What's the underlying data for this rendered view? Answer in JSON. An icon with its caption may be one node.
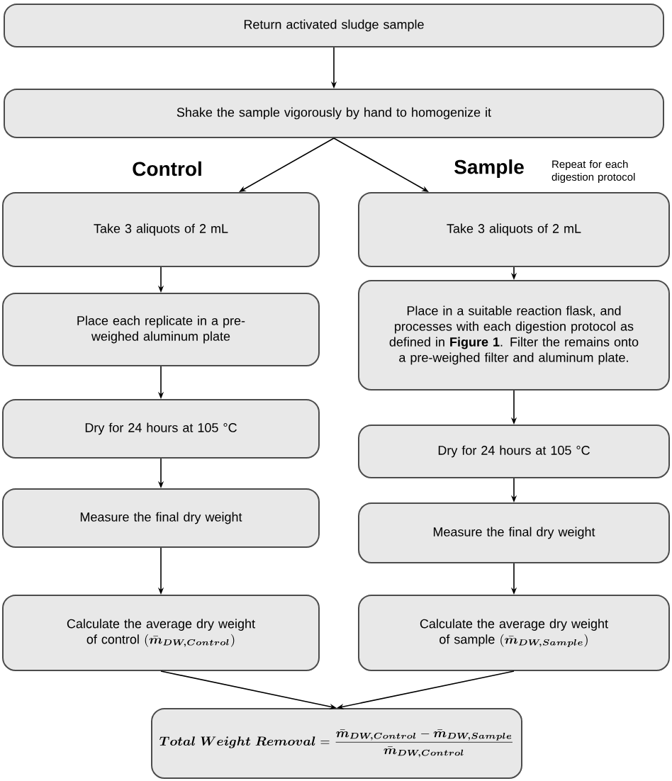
{
  "diagram": {
    "nodes": [
      {
        "text": [
          "Return activated sludge sample"
        ]
      },
      {
        "text": [
          "Shake the sample vigorously by hand to homogenize it"
        ]
      },
      {
        "text": [
          "Control",
          "Take 3 aliquots of 2 mL"
        ]
      },
      {
        "text": [
          "Sample",
          "Take 3 aliquots of 2 mL"
        ],
        "beside": [
          "Repeat for each digestion protocol"
        ]
      },
      {
        "text": [
          "Place each replicate in a pre-weighed aluminum plate"
        ]
      },
      {
        "text": [
          "Place in a suitable reaction flask, and processes with each digestion protocol as defined in **Figure 1**. Filter the remains onto a pre-weighed filter and aluminum plate."
        ]
      },
      {
        "text": [
          "Dry for 24 hours at 105 °C"
        ]
      },
      {
        "text": [
          "Dry for 24 hours at 105 °C"
        ]
      },
      {
        "text": [
          "Measure the final dry weight"
        ]
      },
      {
        "text": [
          "Measure the final dry weight"
        ]
      },
      {
        "text": [
          "Calculate the average dry weight of control",
          "(\\bar{\\boldsymbol{m}}_{\\boldsymbol{DW,Control}})"
        ]
      },
      {
        "text": [
          "Calculate the average dry weight of sample",
          "(\\bar{\\boldsymbol{m}}_{\\boldsymbol{DW,Sample}})"
        ]
      },
      {
        "text": [
          "\\boldsymbol{Total\\ Weight\\ Removal}=\\frac{\\bar{\\boldsymbol{m}}_{\\boldsymbol{DW,Control}}-\\bar{\\boldsymbol{m}}_{\\boldsymbol{DW,Sample}}}{\\bar{\\boldsymbol{m}}_{\\boldsymbol{DW,Control}}}"
        ]
      }
    ],
    "edges": [
      {
        "from": 0,
        "to": 1,
        "arrow": "to"
      },
      {
        "from": 1,
        "to": 2,
        "arrow": "to"
      },
      {
        "from": 1,
        "to": 3,
        "arrow": "to"
      },
      {
        "from": 2,
        "to": 4,
        "arrow": "to"
      },
      {
        "from": 4,
        "to": 6,
        "arrow": "to"
      },
      {
        "from": 6,
        "to": 8,
        "arrow": "to"
      },
      {
        "from": 8,
        "to": 10,
        "arrow": "to"
      },
      {
        "from": 3,
        "to": 5,
        "arrow": "to"
      },
      {
        "from": 5,
        "to": 7,
        "arrow": "to"
      },
      {
        "from": 7,
        "to": 9,
        "arrow": "to"
      },
      {
        "from": 9,
        "to": 11,
        "arrow": "to"
      },
      {
        "from": 10,
        "to": 12,
        "arrow": "to"
      },
      {
        "from": 11,
        "to": 12,
        "arrow": "to"
      }
    ]
  }
}
